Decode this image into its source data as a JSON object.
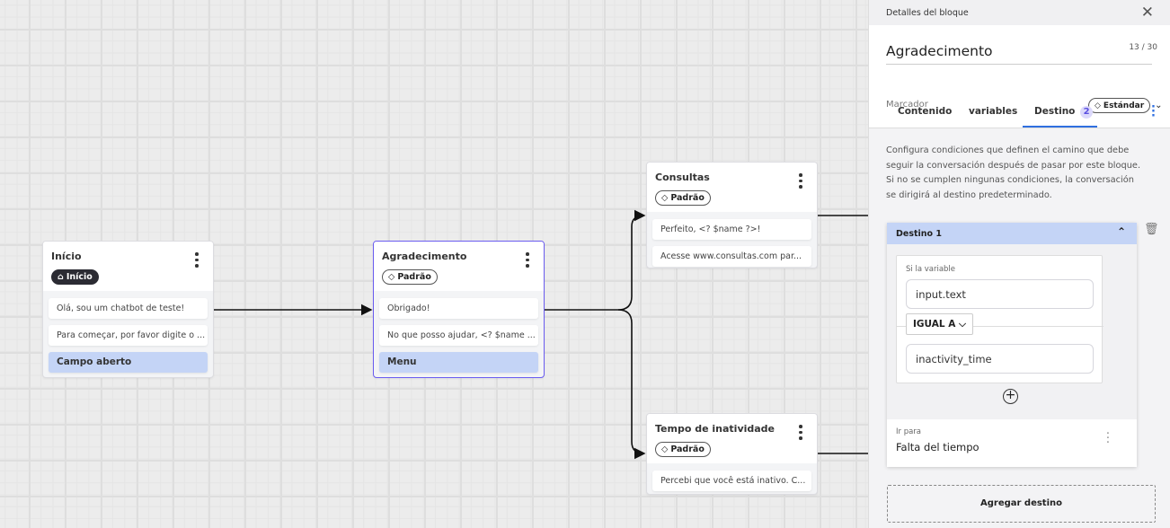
{
  "nodes": {
    "inicio": {
      "title": "Início",
      "tag": "Início",
      "items": [
        "Olá, sou um chatbot de teste!",
        "Para começar, por favor digite o ..."
      ],
      "input": "Campo aberto"
    },
    "agradecimento": {
      "title": "Agradecimento",
      "tag": "Padrão",
      "items": [
        "Obrigado!",
        "No que posso ajudar, <? $name ..."
      ],
      "input": "Menu"
    },
    "consultas": {
      "title": "Consultas",
      "tag": "Padrão",
      "items": [
        "Perfeito, <? $name ?>!",
        "Acesse www.consultas.com par..."
      ]
    },
    "tempo": {
      "title": "Tempo de inatividade",
      "tag": "Padrão",
      "items": [
        "Percebi que você está inativo. C..."
      ]
    }
  },
  "panel": {
    "header": "Detalles del bloque",
    "name": "Agradecimento",
    "counter": "13 / 30",
    "marker_label": "Marcador",
    "marker_value": "Estándar",
    "tabs": [
      {
        "label": "Contenido"
      },
      {
        "label": "variables"
      },
      {
        "label": "Destino",
        "badge": "2",
        "active": true
      }
    ],
    "description": "Configura condiciones que definen el camino que debe seguir la conversación después de pasar por este bloque. Si no se cumplen ningunas condiciones, la conversación se dirigirá al destino predeterminado.",
    "destino": {
      "title": "Destino 1",
      "var_label": "Si la variable",
      "variable": "input.text",
      "operator": "IGUAL A",
      "value": "inactivity_time",
      "goto_label": "Ir para",
      "goto": "Falta del tiempo"
    },
    "add_button": "Agregar destino"
  },
  "colors": {
    "accent": "#2f6fe0",
    "selected_border": "#6a5cf0",
    "input_block": "#c4d4f6"
  }
}
